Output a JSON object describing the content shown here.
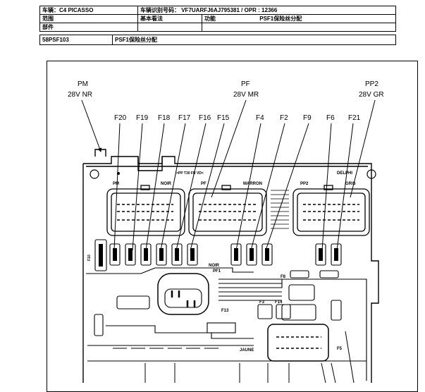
{
  "header": {
    "vehicle_label": "车辆：C4 PICASSO",
    "vin_label": "车辆识别号码： VF7UARFJ6AJ795381 / OPR : 12366",
    "scope_label": "范围",
    "scope_value": "基本看法",
    "function_label": "功能",
    "function_value": "PSF1保险丝分配",
    "part_label": "部件",
    "doc_code": "58PSF103",
    "doc_title": "PSF1保险丝分配"
  },
  "callouts": {
    "pm": "PM",
    "pm_sub": "28V NR",
    "pf": "PF",
    "pf_sub": "28V MR",
    "pp2": "PP2",
    "pp2_sub": "28V GR",
    "fuses": [
      "F20",
      "F19",
      "F18",
      "F17",
      "F16",
      "F15",
      "F4",
      "F2",
      "F9",
      "F6",
      "F21"
    ]
  },
  "board_labels": {
    "pm": "PM",
    "noir": "NOIR",
    "pf": "PF",
    "marron": "MARRON",
    "pp2": "PP2",
    "gris": "GRIS",
    "brand": ">PP T30 FR VD<",
    "delphi": "DELPHI",
    "f10": "F10",
    "noir_pf1": "NOIR",
    "pf1": "PF1",
    "f8": "F8",
    "f13": "F13",
    "f3": "F3",
    "f14": "F14",
    "f5": "F5",
    "jaune": "JAUNE"
  }
}
